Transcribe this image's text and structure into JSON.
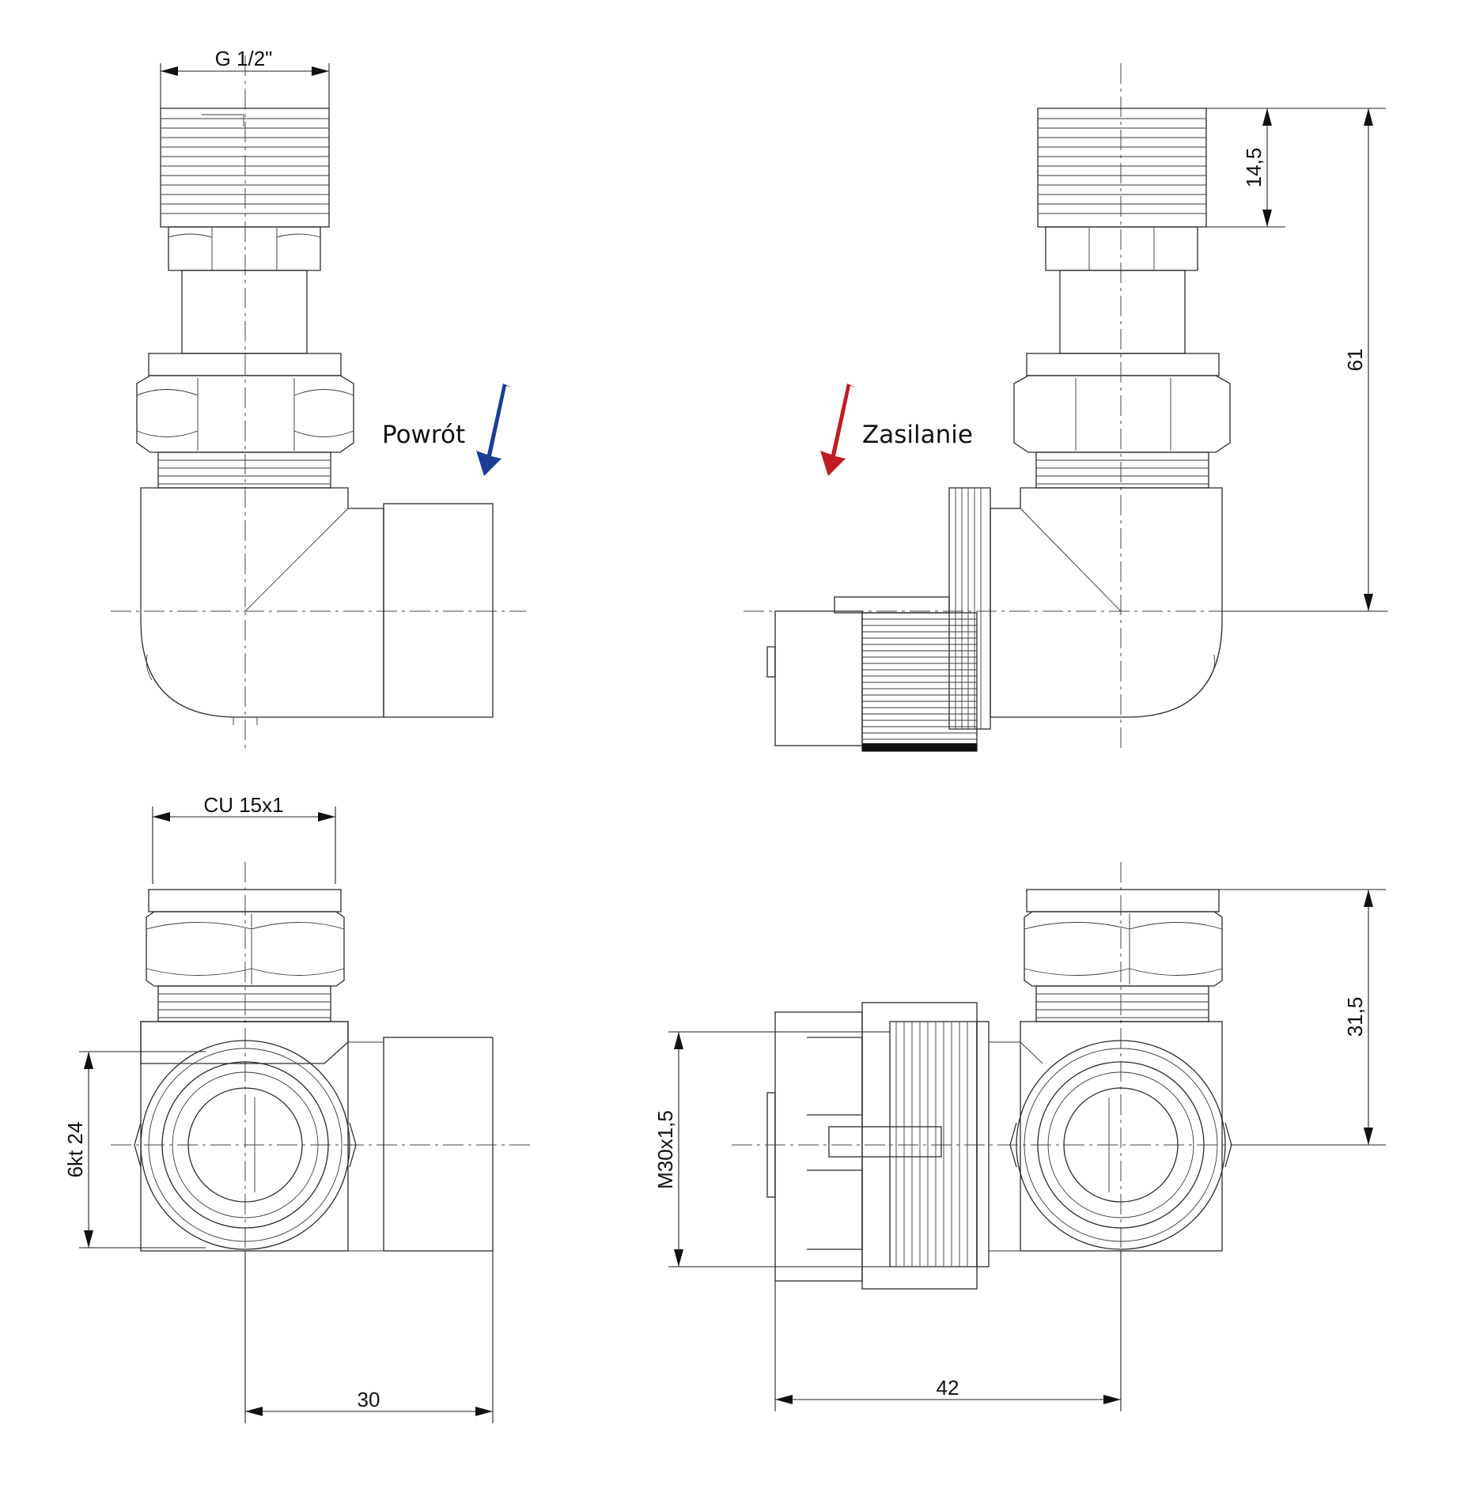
{
  "dimensions": {
    "thread_top": "G 1/2\"",
    "thread_height": "14,5",
    "total_height": "61",
    "pipe": "CU 15x1",
    "hex": "6kt 24",
    "body_depth": "30",
    "nut_thread": "M30x1,5",
    "body_width": "42",
    "axis_height": "31,5"
  },
  "labels": {
    "return": "Powrót",
    "supply": "Zasilanie"
  },
  "colors": {
    "return_arrow": "#1a3e96",
    "supply_arrow": "#c21a22"
  }
}
